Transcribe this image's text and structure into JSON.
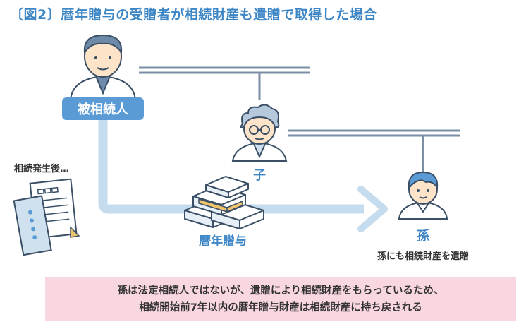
{
  "title": "〔図2〕暦年贈与の受贈者が相続財産も遺贈で取得した場合",
  "labels": {
    "decedent": "被相続人",
    "child": "子",
    "grandchild": "孫",
    "after_inheritance": "相続発生後…",
    "gift": "暦年贈与",
    "bequest_note": "孫にも相続財産を遺贈"
  },
  "note": {
    "line1": "孫は法定相続人ではないが、遺贈により相続財産をもらっているため、",
    "line2": "相続開始前7年以内の暦年贈与財産は相続財産に持ち戻される"
  },
  "colors": {
    "title": "#3d86c6",
    "badge": "#5b9bd5",
    "arrow": "#c5dcef",
    "line": "#7a8fa6",
    "note_bg": "#f9d7e0",
    "skin": "#fde4c8"
  }
}
